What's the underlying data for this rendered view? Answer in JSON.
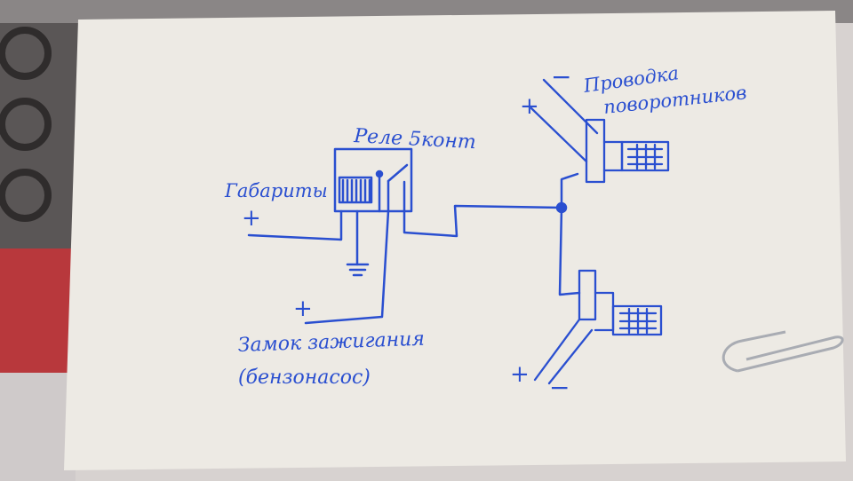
{
  "colors": {
    "ink": "#2a4fd0",
    "paper": "#edeae4",
    "background": "#d9d4d2"
  },
  "labels": {
    "relay": "Реле 5конт",
    "gabarity": "Габариты",
    "gabarity_polarity": "+",
    "ignition_polarity": "+",
    "ignition_line1": "Замок зажигания",
    "ignition_line2": "(бензонасос)",
    "wiring_line1": "Проводка",
    "wiring_line2": "поворотников",
    "wiring_plus": "+",
    "wiring_minus": "−",
    "lower_plus": "+",
    "lower_minus": "−"
  }
}
